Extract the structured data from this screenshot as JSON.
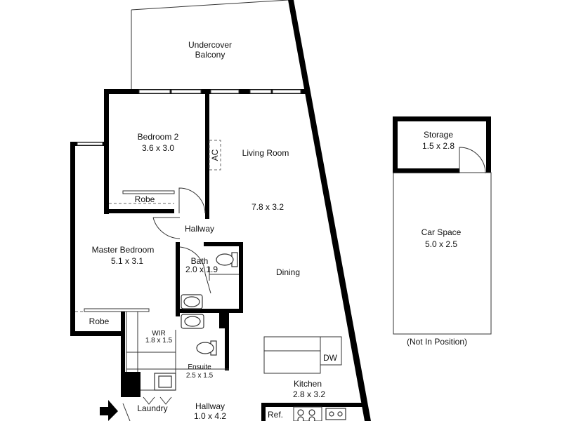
{
  "rooms": {
    "balcony": {
      "name": "Undercover",
      "name2": "Balcony"
    },
    "bedroom2": {
      "name": "Bedroom 2",
      "size": "3.6 x 3.0"
    },
    "living": {
      "name": "Living Room",
      "size": "7.8 x 3.2"
    },
    "ac": "AC",
    "robe1": "Robe",
    "hallway_top": "Hallway",
    "master": {
      "name": "Master Bedroom",
      "size": "5.1 x 3.1"
    },
    "bath": {
      "name": "Bath",
      "size": "2.0 x 1.9"
    },
    "dining": "Dining",
    "robe2": "Robe",
    "wir": {
      "name": "WIR",
      "size": "1.8 x 1.5"
    },
    "ensuite": {
      "name": "Ensuite",
      "size": "2.5 x 1.5"
    },
    "dw": "DW",
    "kitchen": {
      "name": "Kitchen",
      "size": "2.8 x 3.2"
    },
    "laundry": "Laundry",
    "hallway_bottom": {
      "name": "Hallway",
      "size": "1.0 x 4.2"
    },
    "ref": "Ref.",
    "storage": {
      "name": "Storage",
      "size": "1.5 x 2.8"
    },
    "car_space": {
      "name": "Car Space",
      "size": "5.0 x 2.5"
    },
    "not_in_position": "(Not In Position)"
  }
}
